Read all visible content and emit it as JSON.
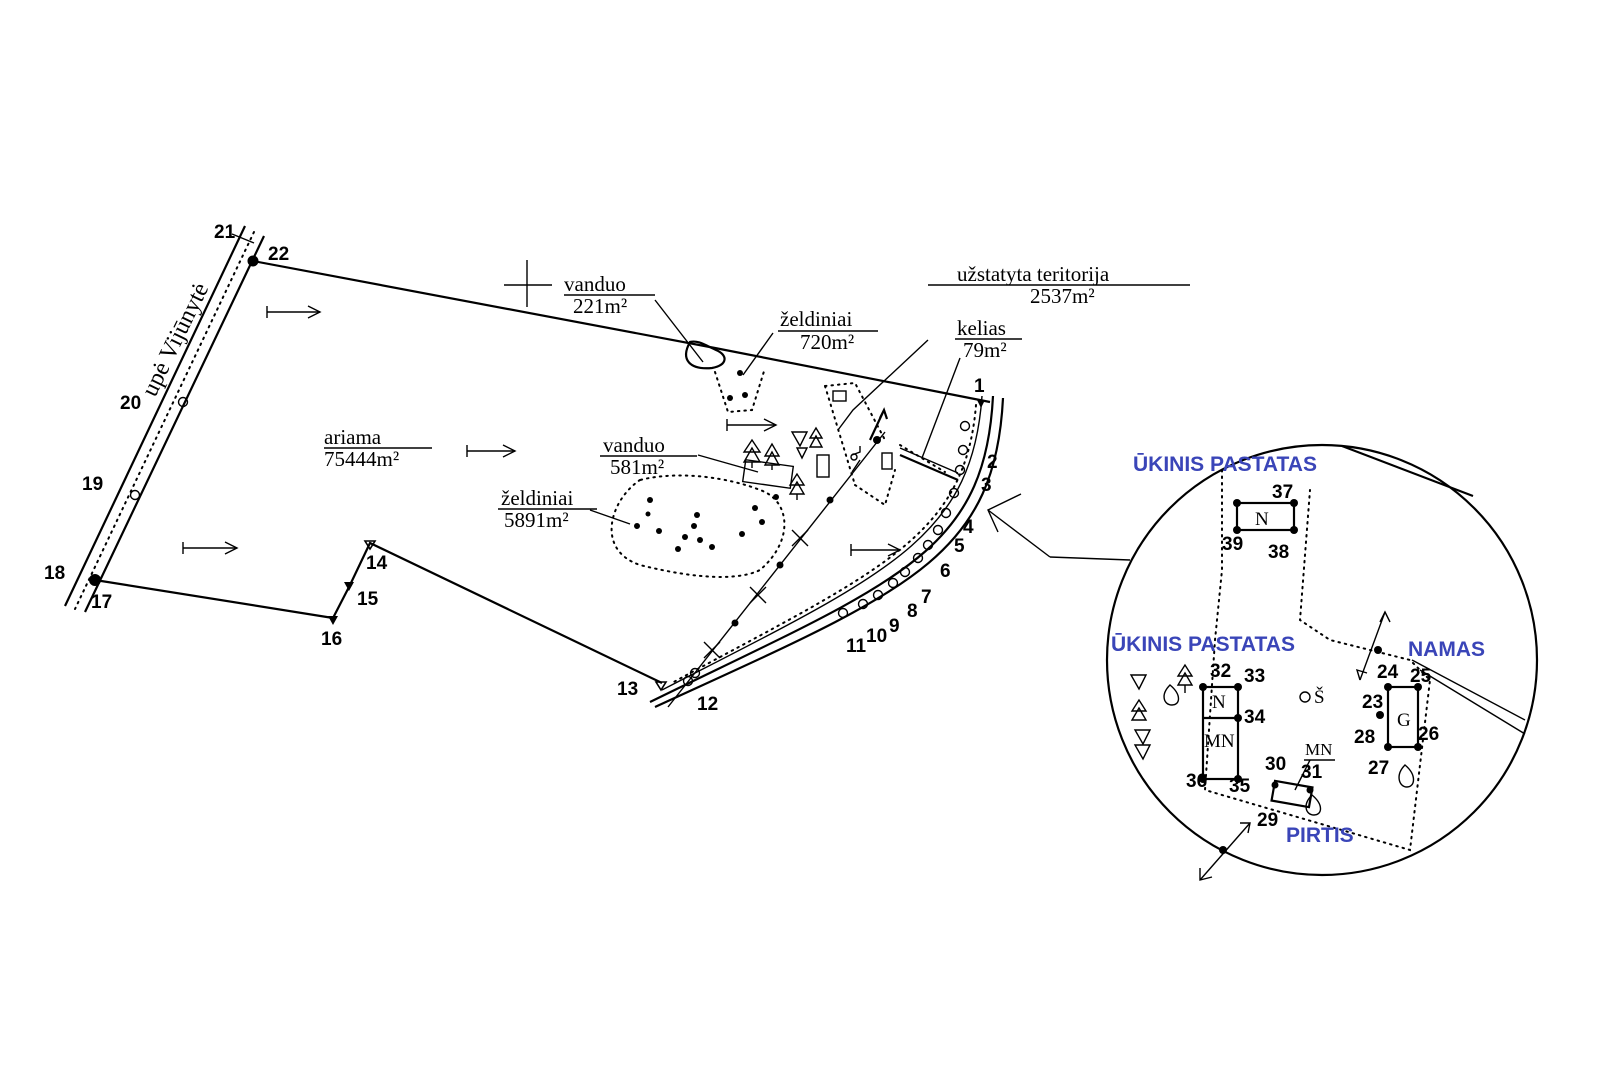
{
  "river": {
    "label": "upė Vijūnytė"
  },
  "land_areas": [
    {
      "name": "ariama",
      "area": "75444m²"
    },
    {
      "name": "vanduo",
      "area": "221m²"
    },
    {
      "name": "želdiniai",
      "area": "720m²"
    },
    {
      "name": "užstatyta teritorija",
      "area": "2537m²"
    },
    {
      "name": "kelias",
      "area": "79m²"
    },
    {
      "name": "vanduo",
      "area": "581m²"
    },
    {
      "name": "želdiniai",
      "area": "5891m²"
    }
  ],
  "boundary_points": [
    "1",
    "2",
    "3",
    "4",
    "5",
    "6",
    "7",
    "8",
    "9",
    "10",
    "11",
    "12",
    "13",
    "14",
    "15",
    "16",
    "17",
    "18",
    "19",
    "20",
    "21",
    "22"
  ],
  "inset": {
    "points": [
      "23",
      "24",
      "25",
      "26",
      "27",
      "28",
      "29",
      "30",
      "31",
      "32",
      "33",
      "34",
      "35",
      "36",
      "37",
      "38",
      "39"
    ],
    "building_codes": {
      "n_upper": "N",
      "n_lower": "N",
      "mn_main": "MN",
      "mn_small": "MN",
      "g": "G",
      "s": "Š"
    },
    "annotations": {
      "ukinis_top": "ŪKINIS PASTATAS",
      "ukinis_left": "ŪKINIS PASTATAS",
      "namas": "NAMAS",
      "pirtis": "PIRTIS"
    },
    "annotation_color": "#3a45b8"
  }
}
